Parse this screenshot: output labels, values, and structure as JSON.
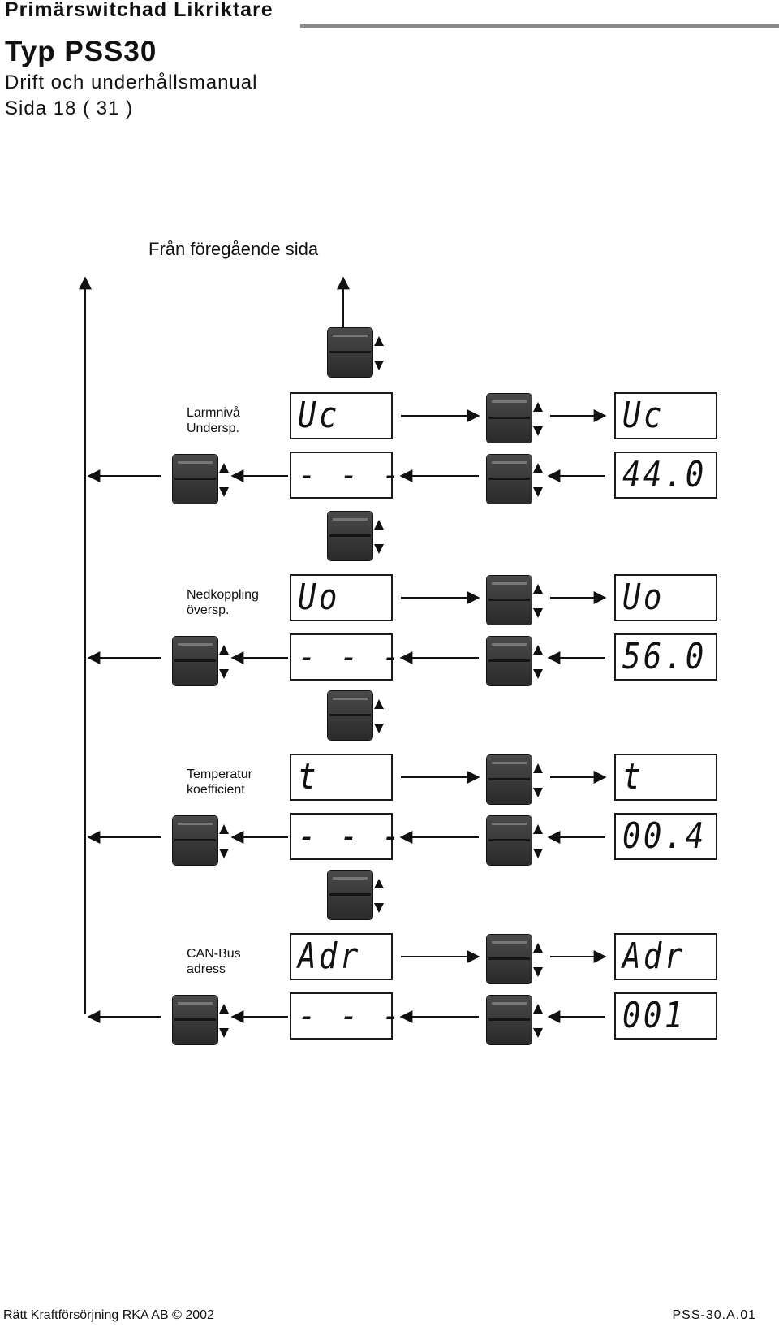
{
  "header": {
    "title": "Primärswitchad Likriktare",
    "doc_type": "Typ PSS30",
    "subtitle": "Drift och underhållsmanual",
    "page": "Sida 18 ( 31 )"
  },
  "diagram": {
    "from_previous": "Från föregående sida",
    "sections": [
      {
        "label1": "Larmnivå",
        "label2": "Undersp.",
        "code": "Uc",
        "dash": "- - -",
        "value": "44.0"
      },
      {
        "label1": "Nedkoppling",
        "label2": "översp.",
        "code": "Uo",
        "dash": "- - -",
        "value": "56.0"
      },
      {
        "label1": "Temperatur",
        "label2": "koefficient",
        "code": "t",
        "dash": "- - -",
        "value": "00.4"
      },
      {
        "label1": "CAN-Bus",
        "label2": "adress",
        "code": "Adr",
        "dash": "- - -",
        "value": "001"
      }
    ]
  },
  "footer": {
    "left": "Rätt Kraftförsörjning RKA AB © 2002",
    "right": "PSS-30.A.01"
  }
}
